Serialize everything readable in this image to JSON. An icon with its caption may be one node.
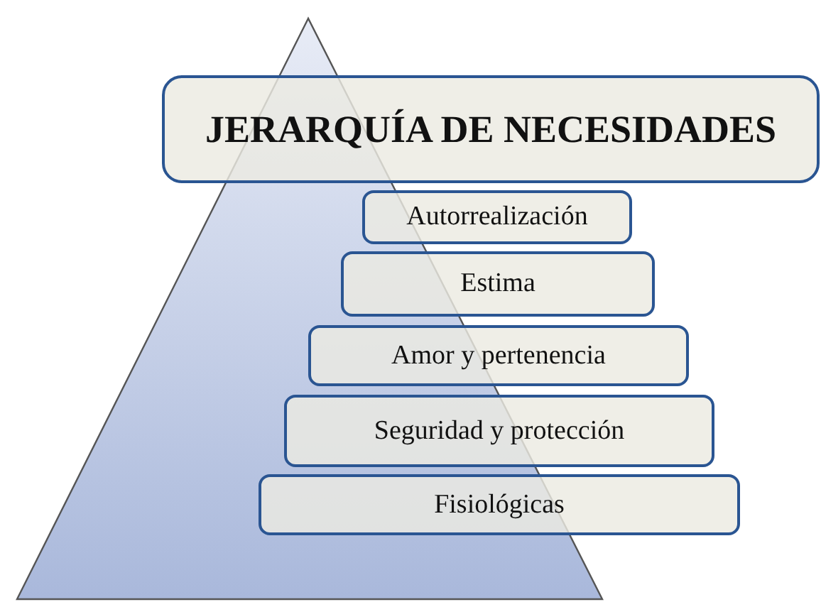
{
  "diagram": {
    "nodes": [
      {
        "text": [
          "JERARQUÍA DE NECESIDADES"
        ]
      },
      {
        "text": [
          "Autorrealización"
        ]
      },
      {
        "text": [
          "Estima"
        ]
      },
      {
        "text": [
          "Amor y pertenencia"
        ]
      },
      {
        "text": [
          "Seguridad y protección"
        ]
      },
      {
        "text": [
          "Fisiológicas"
        ]
      }
    ],
    "edges": []
  }
}
